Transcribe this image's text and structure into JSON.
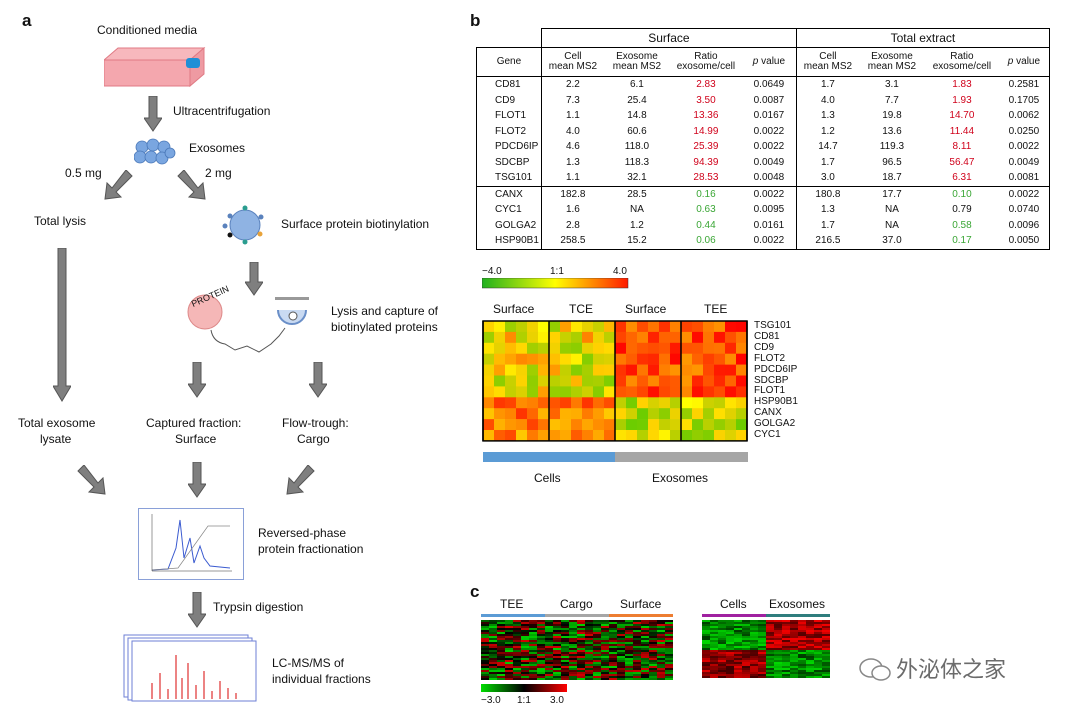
{
  "panel_a": {
    "letter": "a",
    "steps": {
      "conditioned_media": "Conditioned media",
      "ultracentrifugation": "Ultracentrifugation",
      "exosomes": "Exosomes",
      "left_amount": "0.5 mg",
      "right_amount": "2 mg",
      "total_lysis": "Total lysis",
      "biotinylation": "Surface protein biotinylation",
      "protein_label": "PROTEIN",
      "lysis_capture_1": "Lysis and capture of",
      "lysis_capture_2": "biotinylated proteins",
      "total_exosome_1": "Total exosome",
      "total_exosome_2": "lysate",
      "captured_1": "Captured fraction:",
      "captured_2": "Surface",
      "flow_1": "Flow-trough:",
      "flow_2": "Cargo",
      "rp_1": "Reversed-phase",
      "rp_2": "protein fractionation",
      "trypsin": "Trypsin digestion",
      "lcms_1": "LC-MS/MS of",
      "lcms_2": "individual fractions"
    }
  },
  "panel_b": {
    "letter": "b",
    "group_surface": "Surface",
    "group_total": "Total extract",
    "headers": {
      "gene": "Gene",
      "cell1": "Cell",
      "cell2": "mean MS2",
      "exo1": "Exosome",
      "exo2": "mean MS2",
      "ratio1": "Ratio",
      "ratio2": "exosome/cell",
      "p": "p",
      "pv": " value"
    },
    "rows": [
      {
        "gene": "CD81",
        "s_cell": "2.2",
        "s_exo": "6.1",
        "s_ratio": "2.83",
        "s_p": "0.0649",
        "t_cell": "1.7",
        "t_exo": "3.1",
        "t_ratio": "1.83",
        "t_p": "0.2581",
        "s_col": "red",
        "t_col": "red"
      },
      {
        "gene": "CD9",
        "s_cell": "7.3",
        "s_exo": "25.4",
        "s_ratio": "3.50",
        "s_p": "0.0087",
        "t_cell": "4.0",
        "t_exo": "7.7",
        "t_ratio": "1.93",
        "t_p": "0.1705",
        "s_col": "red",
        "t_col": "red"
      },
      {
        "gene": "FLOT1",
        "s_cell": "1.1",
        "s_exo": "14.8",
        "s_ratio": "13.36",
        "s_p": "0.0167",
        "t_cell": "1.3",
        "t_exo": "19.8",
        "t_ratio": "14.70",
        "t_p": "0.0062",
        "s_col": "red",
        "t_col": "red"
      },
      {
        "gene": "FLOT2",
        "s_cell": "4.0",
        "s_exo": "60.6",
        "s_ratio": "14.99",
        "s_p": "0.0022",
        "t_cell": "1.2",
        "t_exo": "13.6",
        "t_ratio": "11.44",
        "t_p": "0.0250",
        "s_col": "red",
        "t_col": "red"
      },
      {
        "gene": "PDCD6IP",
        "s_cell": "4.6",
        "s_exo": "118.0",
        "s_ratio": "25.39",
        "s_p": "0.0022",
        "t_cell": "14.7",
        "t_exo": "119.3",
        "t_ratio": "8.11",
        "t_p": "0.0022",
        "s_col": "red",
        "t_col": "red"
      },
      {
        "gene": "SDCBP",
        "s_cell": "1.3",
        "s_exo": "118.3",
        "s_ratio": "94.39",
        "s_p": "0.0049",
        "t_cell": "1.7",
        "t_exo": "96.5",
        "t_ratio": "56.47",
        "t_p": "0.0049",
        "s_col": "red",
        "t_col": "red"
      },
      {
        "gene": "TSG101",
        "s_cell": "1.1",
        "s_exo": "32.1",
        "s_ratio": "28.53",
        "s_p": "0.0048",
        "t_cell": "3.0",
        "t_exo": "18.7",
        "t_ratio": "6.31",
        "t_p": "0.0081",
        "s_col": "red",
        "t_col": "red"
      },
      {
        "gene": "CANX",
        "s_cell": "182.8",
        "s_exo": "28.5",
        "s_ratio": "0.16",
        "s_p": "0.0022",
        "t_cell": "180.8",
        "t_exo": "17.7",
        "t_ratio": "0.10",
        "t_p": "0.0022",
        "s_col": "green",
        "t_col": "green"
      },
      {
        "gene": "CYC1",
        "s_cell": "1.6",
        "s_exo": "NA",
        "s_ratio": "0.63",
        "s_p": "0.0095",
        "t_cell": "1.3",
        "t_exo": "NA",
        "t_ratio": "0.79",
        "t_p": "0.0740",
        "s_col": "green",
        "t_col": "black"
      },
      {
        "gene": "GOLGA2",
        "s_cell": "2.8",
        "s_exo": "1.2",
        "s_ratio": "0.44",
        "s_p": "0.0161",
        "t_cell": "1.7",
        "t_exo": "NA",
        "t_ratio": "0.58",
        "t_p": "0.0096",
        "s_col": "green",
        "t_col": "green"
      },
      {
        "gene": "HSP90B1",
        "s_cell": "258.5",
        "s_exo": "15.2",
        "s_ratio": "0.06",
        "s_p": "0.0022",
        "t_cell": "216.5",
        "t_exo": "37.0",
        "t_ratio": "0.17",
        "t_p": "0.0050",
        "s_col": "green",
        "t_col": "green"
      }
    ],
    "heatmap": {
      "scale_min": "−4.0",
      "scale_mid": "1:1",
      "scale_max": "4.0",
      "groups": [
        "Surface",
        "TCE",
        "Surface",
        "TEE"
      ],
      "genes": [
        "TSG101",
        "CD81",
        "CD9",
        "FLOT2",
        "PDCD6IP",
        "SDCBP",
        "FLOT1",
        "HSP90B1",
        "CANX",
        "GOLGA2",
        "CYC1"
      ],
      "bar_cells": "Cells",
      "bar_exosomes": "Exosomes",
      "colors": {
        "cells": "#5b9bd5",
        "exosomes": "#a6a6a6"
      }
    }
  },
  "panel_c": {
    "letter": "c",
    "left_groups": [
      "TEE",
      "Cargo",
      "Surface"
    ],
    "right_groups": [
      "Cells",
      "Exosomes"
    ],
    "scale_min": "−3.0",
    "scale_mid": "1:1",
    "scale_max": "3.0",
    "colors": {
      "tee": "#5b9bd5",
      "cargo": "#a6a6a6",
      "surface": "#ed7d31",
      "cells": "#a020a0",
      "exosomes": "#2e7d7d"
    }
  },
  "watermark": "外泌体之家"
}
